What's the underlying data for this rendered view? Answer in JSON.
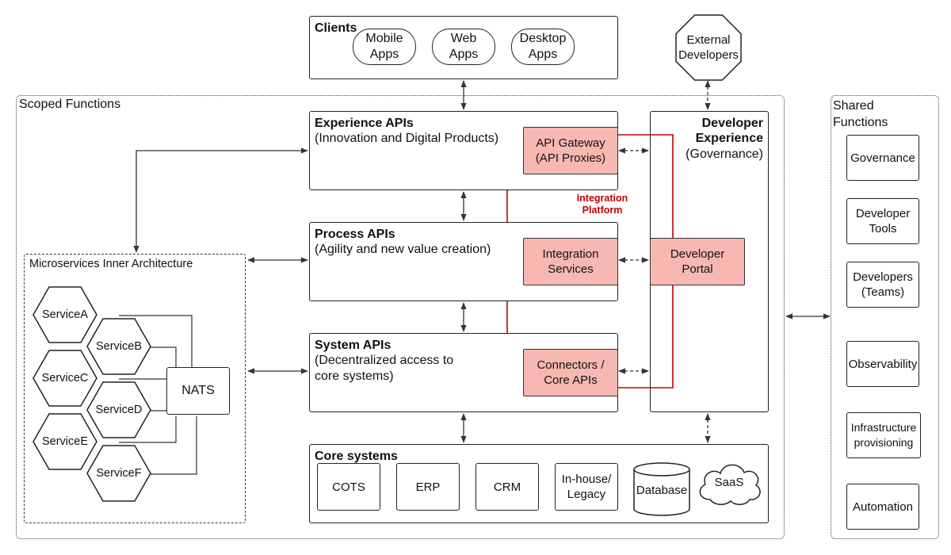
{
  "clients": {
    "title": "Clients",
    "items": [
      "Mobile\nApps",
      "Web\nApps",
      "Desktop\nApps"
    ]
  },
  "external_developers": "External\nDevelopers",
  "scoped_functions": {
    "title": "Scoped Functions"
  },
  "experience_apis": {
    "title": "Experience APIs",
    "subtitle": "(Innovation and Digital Products)"
  },
  "process_apis": {
    "title": "Process APIs",
    "subtitle": "(Agility and new  value creation)"
  },
  "system_apis": {
    "title": "System APIs",
    "subtitle": "(Decentralized access to\ncore systems)"
  },
  "api_gateway": "API Gateway\n(API Proxies)",
  "integration_services": "Integration\nServices",
  "connectors": "Connectors /\nCore APIs",
  "integration_platform": "Integration\nPlatform",
  "developer_experience": {
    "title": "Developer\nExperience",
    "subtitle": "(Governance)"
  },
  "developer_portal": "Developer\nPortal",
  "microservices": {
    "title": "Microservices Inner Architecture",
    "services": [
      "ServiceA",
      "ServiceB",
      "ServiceC",
      "ServiceD",
      "ServiceE",
      "ServiceF"
    ],
    "bus": "NATS"
  },
  "core_systems": {
    "title": "Core systems",
    "items": [
      "COTS",
      "ERP",
      "CRM",
      "In-house/\nLegacy"
    ],
    "database": "Database",
    "saas": "SaaS"
  },
  "shared_functions": {
    "title": "Shared\nFunctions",
    "items": [
      "Governance",
      "Developer\nTools",
      "Developers\n(Teams)",
      "Observability",
      "Infrastructure\nprovisioning",
      "Automation"
    ]
  },
  "colors": {
    "pink_fill": "#f7b8b2",
    "red_line": "#c00000",
    "stroke": "#222222"
  }
}
